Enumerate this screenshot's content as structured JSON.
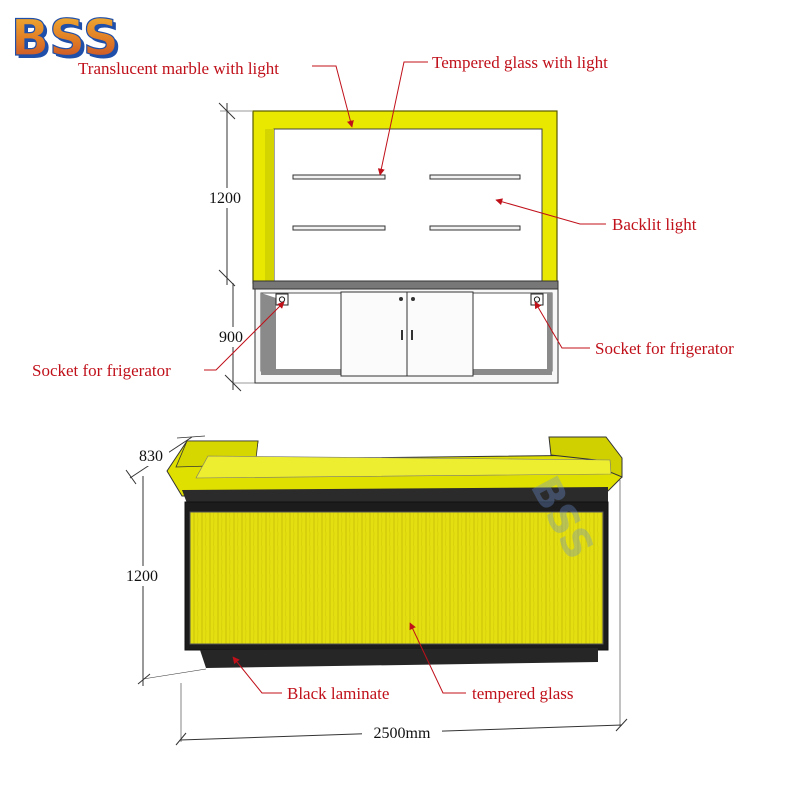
{
  "brand": {
    "logo_text": "BSS",
    "watermark_text": "BSS",
    "colors": {
      "blue": "#1f4fa8",
      "orange": "#f0a020",
      "yellow": "#e8e800",
      "red": "#c0101a"
    }
  },
  "back_cabinet": {
    "labels": {
      "marble": "Translucent marble with light",
      "glass_shelves": "Tempered glass with light",
      "backlit": "Backlit light",
      "socket_left": "Socket for frigerator",
      "socket_right": "Socket for frigerator"
    },
    "dimensions": {
      "upper_height": "1200",
      "lower_height": "900"
    }
  },
  "reception_counter": {
    "labels": {
      "laminate": "Black laminate",
      "glass": "tempered glass"
    },
    "dimensions": {
      "depth": "830",
      "height": "1200",
      "width": "2500mm"
    }
  }
}
